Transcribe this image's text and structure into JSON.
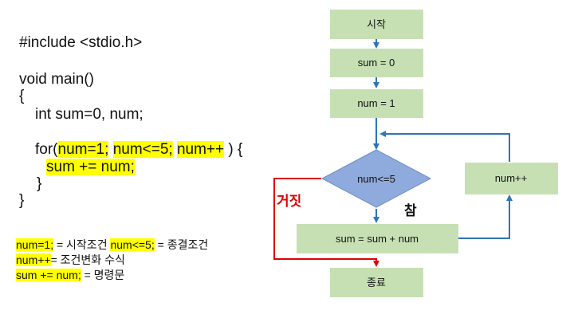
{
  "code": {
    "include": "#include <stdio.h>",
    "main": "void main()",
    "open_brace": "{",
    "decl": "int sum=0, num;",
    "for_prefix": "for(",
    "for_init": "num=1;",
    "for_cond": "num<=5;",
    "for_step": "num++",
    "for_suffix": " ) {",
    "body": "sum += num;",
    "inner_close": "}",
    "outer_close": "}"
  },
  "notes": [
    {
      "code": "num=1;",
      "text": " = 시작조건 "
    },
    {
      "code": "num<=5;",
      "text": " = 종결조건"
    },
    {
      "code": "num++",
      "text": "= 조건변화 수식"
    },
    {
      "code": "sum += num;",
      "text": " = 명령문"
    }
  ],
  "flowchart": {
    "start": "시작",
    "init_sum": "sum = 0",
    "init_num": "num = 1",
    "condition": "num<=5",
    "update": "num++",
    "body": "sum = sum + num",
    "end": "종료",
    "true_label": "참",
    "false_label": "거짓"
  },
  "colors": {
    "box_fill": "#c6e0b4",
    "diamond_fill": "#8faadc",
    "arrow": "#2e75b6",
    "false_arrow": "#e00000",
    "highlight": "#ffff00"
  }
}
